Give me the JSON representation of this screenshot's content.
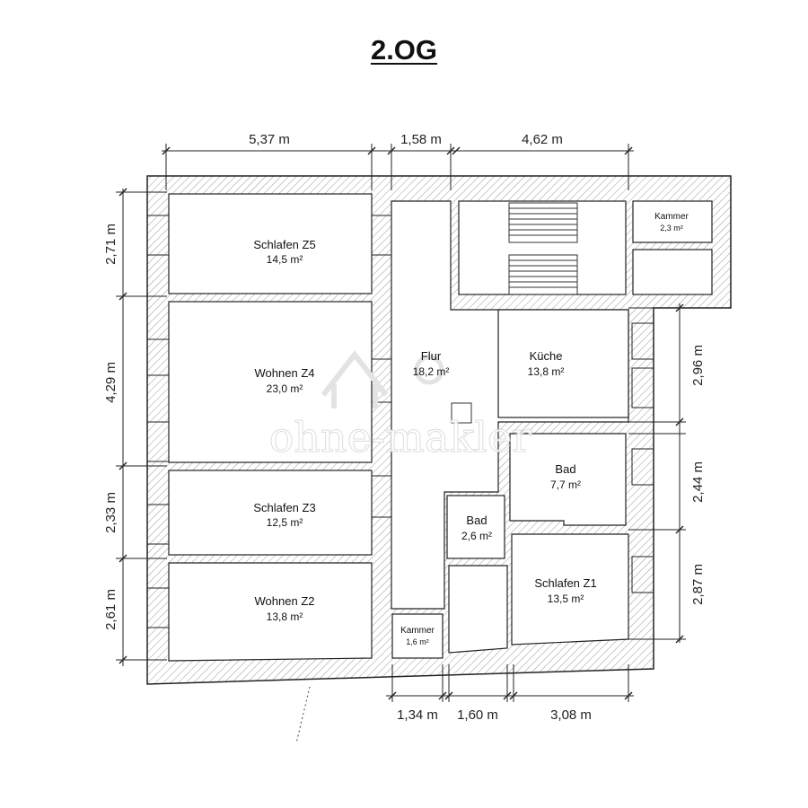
{
  "title": "2.OG",
  "watermark": "ohne-makler",
  "rooms": [
    {
      "name": "Schlafen Z5",
      "area": "14,5 m²"
    },
    {
      "name": "Wohnen Z4",
      "area": "23,0 m²"
    },
    {
      "name": "Schlafen Z3",
      "area": "12,5 m²"
    },
    {
      "name": "Wohnen Z2",
      "area": "13,8 m²"
    },
    {
      "name": "Flur",
      "area": "18,2 m²"
    },
    {
      "name": "Küche",
      "area": "13,8 m²"
    },
    {
      "name": "Kammer",
      "area": "2,3 m²"
    },
    {
      "name": "Bad",
      "area": "7,7 m²"
    },
    {
      "name": "Bad",
      "area": "2,6 m²"
    },
    {
      "name": "Schlafen Z1",
      "area": "13,5 m²"
    },
    {
      "name": "Kammer",
      "area": "1,6 m²"
    }
  ],
  "dimensions": {
    "top": [
      "5,37 m",
      "1,58 m",
      "4,62 m"
    ],
    "left": [
      "2,71 m",
      "4,29 m",
      "2,33 m",
      "2,61 m"
    ],
    "right": [
      "2,96 m",
      "2,44 m",
      "2,87 m"
    ],
    "bottom": [
      "1,34 m",
      "1,60 m",
      "3,08 m"
    ]
  }
}
